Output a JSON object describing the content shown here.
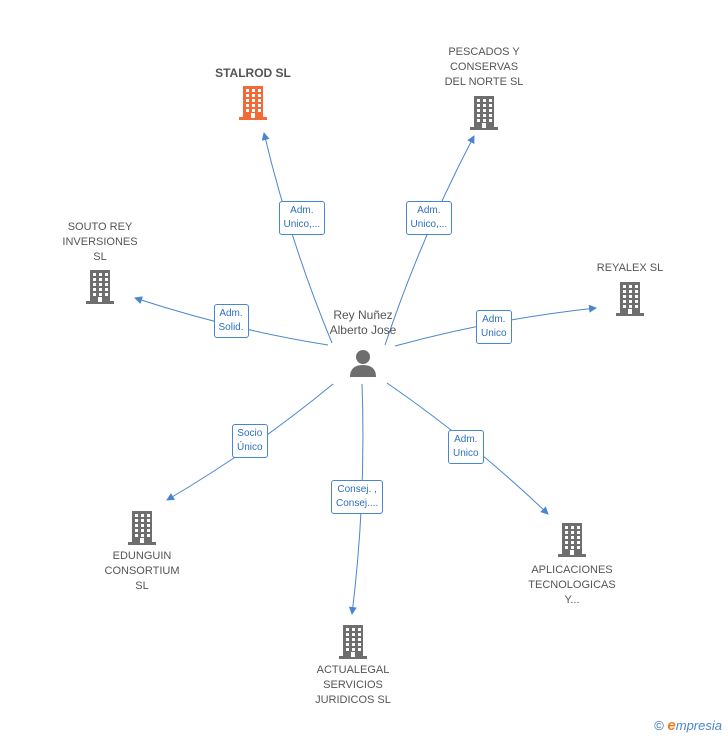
{
  "center": {
    "name": "Rey Nuñez\nAlberto Jose",
    "icon": "person-icon"
  },
  "companies": [
    {
      "id": "stalrod",
      "name": "STALROD  SL",
      "color": "#f26a35",
      "highlight": true,
      "icon": "building-icon"
    },
    {
      "id": "pescados",
      "name": "PESCADOS Y\nCONSERVAS\nDEL NORTE  SL",
      "color": "#6e6e6e",
      "icon": "building-icon"
    },
    {
      "id": "souto",
      "name": "SOUTO REY\nINVERSIONES\nSL",
      "color": "#6e6e6e",
      "icon": "building-icon"
    },
    {
      "id": "reyalex",
      "name": "REYALEX  SL",
      "color": "#6e6e6e",
      "icon": "building-icon"
    },
    {
      "id": "edunguin",
      "name": "EDUNGUIN\nCONSORTIUM\nSL",
      "color": "#6e6e6e",
      "icon": "building-icon"
    },
    {
      "id": "actualegal",
      "name": "ACTUALEGAL\nSERVICIOS\nJURIDICOS  SL",
      "color": "#6e6e6e",
      "icon": "building-icon"
    },
    {
      "id": "aplicaciones",
      "name": "APLICACIONES\nTECNOLOGICAS\nY...",
      "color": "#6e6e6e",
      "icon": "building-icon"
    }
  ],
  "relations": [
    {
      "to": "stalrod",
      "label": "Adm.\nUnico,..."
    },
    {
      "to": "pescados",
      "label": "Adm.\nUnico,..."
    },
    {
      "to": "souto",
      "label": "Adm.\nSolid."
    },
    {
      "to": "reyalex",
      "label": "Adm.\nUnico"
    },
    {
      "to": "edunguin",
      "label": "Socio\nÚnico"
    },
    {
      "to": "actualegal",
      "label": "Consej. ,\nConsej...."
    },
    {
      "to": "aplicaciones",
      "label": "Adm.\nUnico"
    }
  ],
  "colors": {
    "edge": "#4a86cf",
    "person": "#6e6e6e"
  },
  "footer": {
    "copyright": "©",
    "brand_first": "e",
    "brand_rest": "mpresia"
  }
}
